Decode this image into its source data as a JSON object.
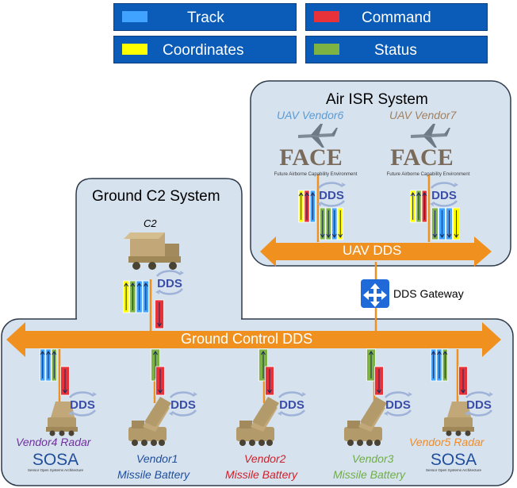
{
  "legend": {
    "track": {
      "label": "Track",
      "color": "#3fa3ff"
    },
    "command": {
      "label": "Command",
      "color": "#e8323a"
    },
    "coordinates": {
      "label": "Coordinates",
      "color": "#ffff00"
    },
    "status": {
      "label": "Status",
      "color": "#7cb342"
    }
  },
  "air_isr": {
    "title": "Air ISR System",
    "uav1_label": "UAV Vendor6",
    "uav2_label": "UAV Vendor7",
    "face_logo_text": "FACE",
    "face_subtitle": "Future Airborne Capability Environment",
    "bus_label": "UAV DDS"
  },
  "ground_c2": {
    "title": "Ground C2 System",
    "node_label": "C2"
  },
  "gateway": {
    "label": "DDS Gateway"
  },
  "ground_bus": {
    "label": "Ground Control DDS"
  },
  "dds_badge": "DDS",
  "sosa": {
    "logo_text": "SOSA",
    "subtitle": "Sensor Open Systems Architecture"
  },
  "vendors": {
    "v4": {
      "line1": "Vendor4 Radar",
      "color": "#7030a0"
    },
    "v1": {
      "line1": "Vendor1",
      "line2": "Missile Battery",
      "color": "#1f4e9c"
    },
    "v2": {
      "line1": "Vendor2",
      "line2": "Missile Battery",
      "color": "#d0202a"
    },
    "v3": {
      "line1": "Vendor3",
      "line2": "Missile Battery",
      "color": "#70ad47"
    },
    "v5": {
      "line1": "Vendor5 Radar",
      "color": "#f08c28"
    }
  },
  "colors": {
    "region_fill": "#d6e2ee",
    "region_stroke": "#2f3b4c",
    "bus_orange": "#f0901f",
    "uav_label_blue": "#5b9bd5",
    "uav_label_tan": "#a08060"
  }
}
